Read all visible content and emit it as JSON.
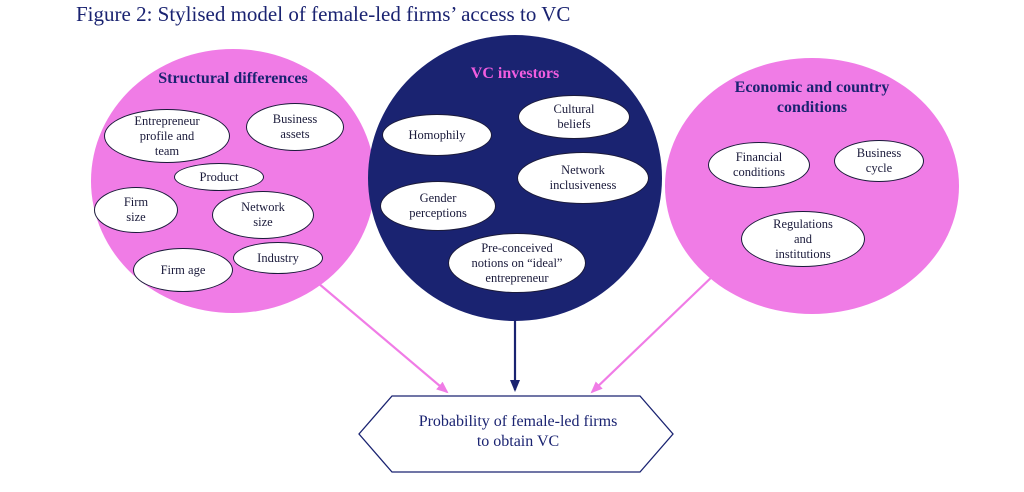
{
  "title": "Figure 2: Stylised model of female-led firms’ access to VC",
  "colors": {
    "pink": "#f07ce6",
    "navy": "#1a2371",
    "title_pink": "#f25de0",
    "arrow_pink": "#f07ce6",
    "arrow_navy": "#1a2371"
  },
  "groups": {
    "structural": {
      "title": "Structural differences",
      "items": [
        "Entrepreneur\nprofile and\nteam",
        "Business\nassets",
        "Product",
        "Firm\nsize",
        "Network\nsize",
        "Firm age",
        "Industry"
      ]
    },
    "vc": {
      "title": "VC investors",
      "items": [
        "Homophily",
        "Cultural\nbeliefs",
        "Network\ninclusiveness",
        "Gender\nperceptions",
        "Pre-conceived\nnotions on “ideal”\nentrepreneur"
      ]
    },
    "economic": {
      "title": "Economic and country\nconditions",
      "items": [
        "Financial\nconditions",
        "Business\ncycle",
        "Regulations\nand\ninstitutions"
      ]
    }
  },
  "result": "Probability of female-led firms\nto obtain VC"
}
